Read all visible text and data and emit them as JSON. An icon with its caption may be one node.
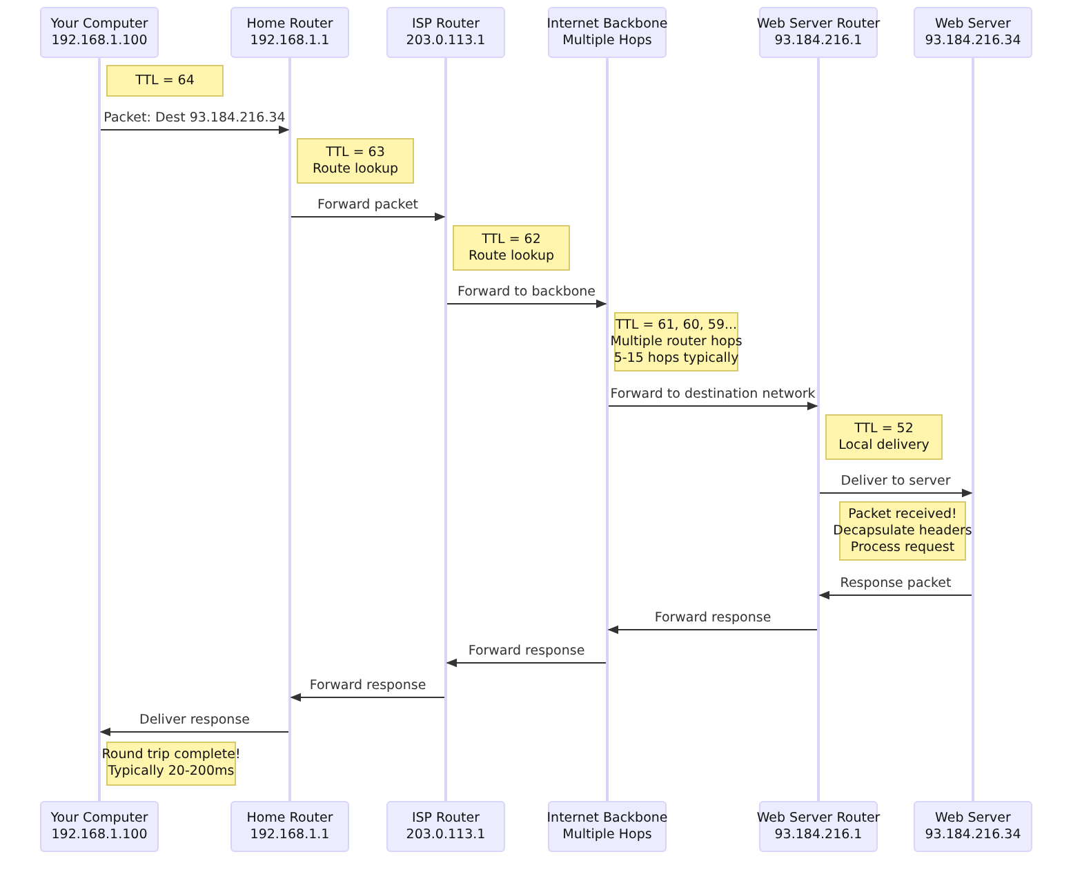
{
  "diagram": {
    "nodes": [
      {
        "text": [
          "Your Computer",
          "192.168.1.100"
        ]
      },
      {
        "text": [
          "Home Router",
          "192.168.1.1"
        ]
      },
      {
        "text": [
          "ISP Router",
          "203.0.113.1"
        ]
      },
      {
        "text": [
          "Internet Backbone",
          "Multiple Hops"
        ]
      },
      {
        "text": [
          "Web Server Router",
          "93.184.216.1"
        ]
      },
      {
        "text": [
          "Web Server",
          "93.184.216.34"
        ]
      },
      {
        "text": [],
        "shape": "bar"
      },
      {
        "text": [],
        "shape": "bar"
      },
      {
        "text": [],
        "shape": "bar"
      },
      {
        "text": [],
        "shape": "bar"
      },
      {
        "text": [],
        "shape": "bar"
      },
      {
        "text": [],
        "shape": "bar"
      },
      {
        "text": [
          "Your Computer",
          "192.168.1.100"
        ]
      },
      {
        "text": [
          "Home Router",
          "192.168.1.1"
        ]
      },
      {
        "text": [
          "ISP Router",
          "203.0.113.1"
        ]
      },
      {
        "text": [
          "Internet Backbone",
          "Multiple Hops"
        ]
      },
      {
        "text": [
          "Web Server Router",
          "93.184.216.1"
        ]
      },
      {
        "text": [
          "Web Server",
          "93.184.216.34"
        ]
      },
      {
        "text": [
          "TTL = 64"
        ]
      },
      {
        "text": [
          "TTL = 63",
          "Route lookup"
        ]
      },
      {
        "text": [
          "TTL = 62",
          "Route lookup"
        ]
      },
      {
        "text": [
          "TTL = 61, 60, 59...",
          "Multiple router hops",
          "5-15 hops typically"
        ]
      },
      {
        "text": [
          "TTL = 52",
          "Local delivery"
        ]
      },
      {
        "text": [
          "Packet received!",
          "Decapsulate headers",
          "Process request"
        ]
      },
      {
        "text": [
          "Round trip complete!",
          "Typically 20-200ms"
        ]
      }
    ],
    "edges": [
      {
        "from": 6,
        "to": 7,
        "arrow": "to",
        "label": "Packet: Dest 93.184.216.34"
      },
      {
        "from": 7,
        "to": 8,
        "arrow": "to",
        "label": "Forward packet"
      },
      {
        "from": 8,
        "to": 9,
        "arrow": "to",
        "label": "Forward to backbone"
      },
      {
        "from": 9,
        "to": 10,
        "arrow": "to",
        "label": "Forward to destination network"
      },
      {
        "from": 10,
        "to": 11,
        "arrow": "to",
        "label": "Deliver to server"
      },
      {
        "from": 11,
        "to": 10,
        "arrow": "to",
        "label": "Response packet"
      },
      {
        "from": 10,
        "to": 9,
        "arrow": "to",
        "label": "Forward response"
      },
      {
        "from": 9,
        "to": 8,
        "arrow": "to",
        "label": "Forward response"
      },
      {
        "from": 8,
        "to": 7,
        "arrow": "to",
        "label": "Forward response"
      },
      {
        "from": 7,
        "to": 6,
        "arrow": "to",
        "label": "Deliver response"
      }
    ]
  }
}
